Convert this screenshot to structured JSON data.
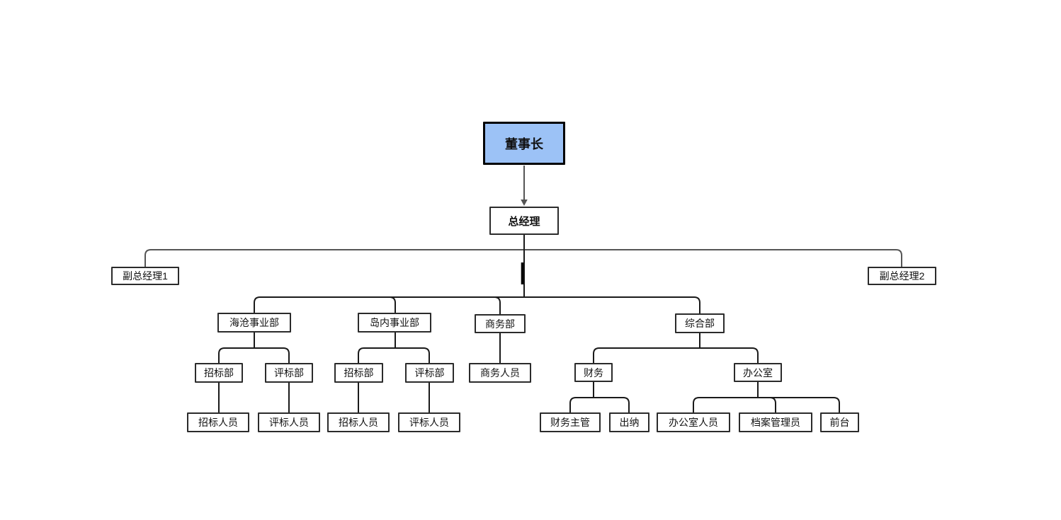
{
  "chart": {
    "type": "org-chart",
    "root": {
      "label": "董事长",
      "child": {
        "label": "总经理",
        "deputies": [
          {
            "label": "副总经理1"
          },
          {
            "label": "副总经理2"
          }
        ],
        "departments": [
          {
            "label": "海沧事业部",
            "children": [
              {
                "label": "招标部",
                "children": [
                  {
                    "label": "招标人员"
                  }
                ]
              },
              {
                "label": "评标部",
                "children": [
                  {
                    "label": "评标人员"
                  }
                ]
              }
            ]
          },
          {
            "label": "岛内事业部",
            "children": [
              {
                "label": "招标部",
                "children": [
                  {
                    "label": "招标人员"
                  }
                ]
              },
              {
                "label": "评标部",
                "children": [
                  {
                    "label": "评标人员"
                  }
                ]
              }
            ]
          },
          {
            "label": "商务部",
            "children": [
              {
                "label": "商务人员"
              }
            ]
          },
          {
            "label": "综合部",
            "children": [
              {
                "label": "财务",
                "children": [
                  {
                    "label": "财务主管"
                  },
                  {
                    "label": "出纳"
                  }
                ]
              },
              {
                "label": "办公室",
                "children": [
                  {
                    "label": "办公室人员"
                  },
                  {
                    "label": "档案管理员"
                  },
                  {
                    "label": "前台"
                  }
                ]
              }
            ]
          }
        ]
      }
    },
    "colors": {
      "background": "#ffffff",
      "root_fill": "#9cc2f6",
      "root_border": "#000000",
      "box_border": "#2b2b2b",
      "connector": "#1a1a1a",
      "secondary_connector": "#555555"
    }
  }
}
